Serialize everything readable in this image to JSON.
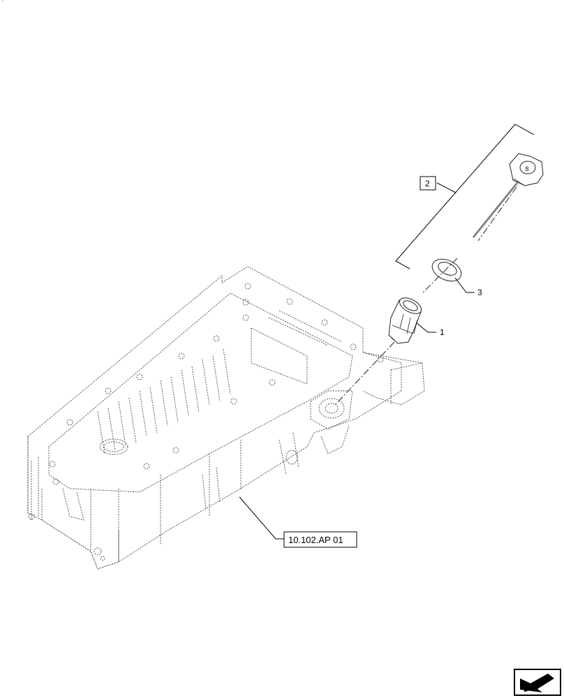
{
  "corner_mark": "`",
  "callouts": {
    "part_1": "1",
    "part_2": "2",
    "part_3": "3"
  },
  "reference_box": "10.102.AP 01",
  "nav_icon": "next-page-arrow-icon"
}
